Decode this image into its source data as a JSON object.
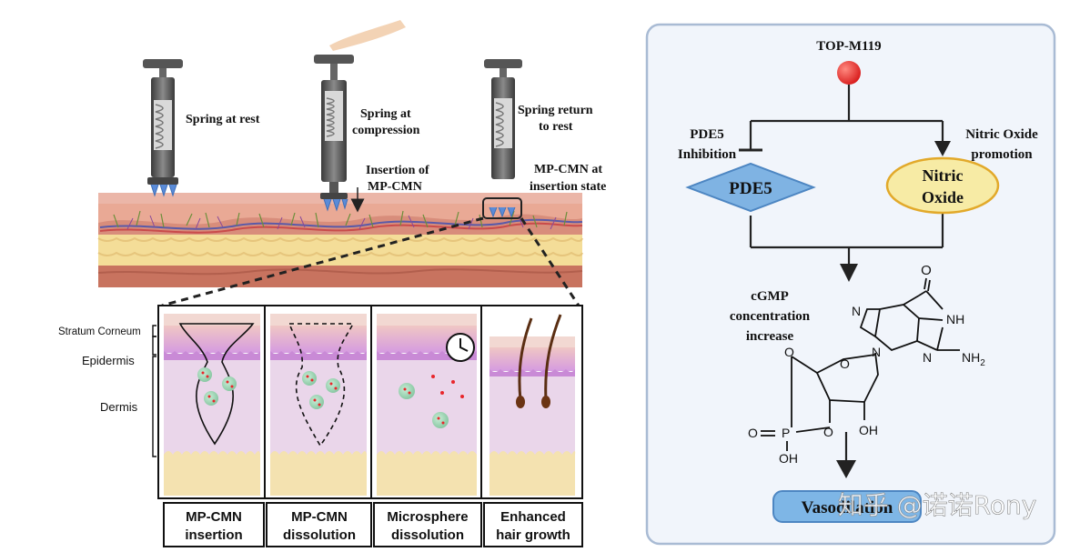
{
  "left": {
    "syringe_labels": {
      "rest": "Spring at rest",
      "compression_line1": "Spring at",
      "compression_line2": "compression",
      "return_line1": "Spring return",
      "return_line2": "to rest"
    },
    "insertion_label_line1": "Insertion of",
    "insertion_label_line2": "MP-CMN",
    "insertion_state_line1": "MP-CMN at",
    "insertion_state_line2": "insertion state",
    "layer_labels": {
      "stratum": "Stratum Corneum",
      "epidermis": "Epidermis",
      "dermis": "Dermis"
    },
    "panels": [
      {
        "line1": "MP-CMN",
        "line2": "insertion"
      },
      {
        "line1": "MP-CMN",
        "line2": "dissolution"
      },
      {
        "line1": "Microsphere",
        "line2": "dissolution"
      },
      {
        "line1": "Enhanced",
        "line2": "hair growth"
      }
    ]
  },
  "right": {
    "top_label": "TOP-M119",
    "pde5_inhibition_line1": "PDE5",
    "pde5_inhibition_line2": "Inhibition",
    "no_promotion_line1": "Nitric Oxide",
    "no_promotion_line2": "promotion",
    "pde5_node": "PDE5",
    "no_node_line1": "Nitric",
    "no_node_line2": "Oxide",
    "cgmp_line1": "cGMP",
    "cgmp_line2": "concentration",
    "cgmp_line3": "increase",
    "molecule": {
      "O_top": "O",
      "NH": "H",
      "N_a": "N",
      "N_b": "N",
      "N_c": "N",
      "N_d": "N",
      "NH2": "NH",
      "NH2_sub": "2",
      "O_ring": "O",
      "O_link1": "O",
      "O_link2": "O",
      "P": "P",
      "OH_p": "OH",
      "OH_ring": "OH",
      "O_double": "O"
    },
    "result": "Vasodilation"
  },
  "watermark": "知乎 @诺诺Rony",
  "colors": {
    "panel_border": "#a9bbd4",
    "panel_bg": "#f1f5fb",
    "pde5_fill": "#7fb3e3",
    "no_fill": "#f7eba5",
    "no_stroke": "#e2a92a",
    "result_fill": "#7eb6e6",
    "red_dot": "#e8262b",
    "skin_top": "#e7a99a",
    "fat": "#f4dd98",
    "muscle": "#c8735f"
  }
}
